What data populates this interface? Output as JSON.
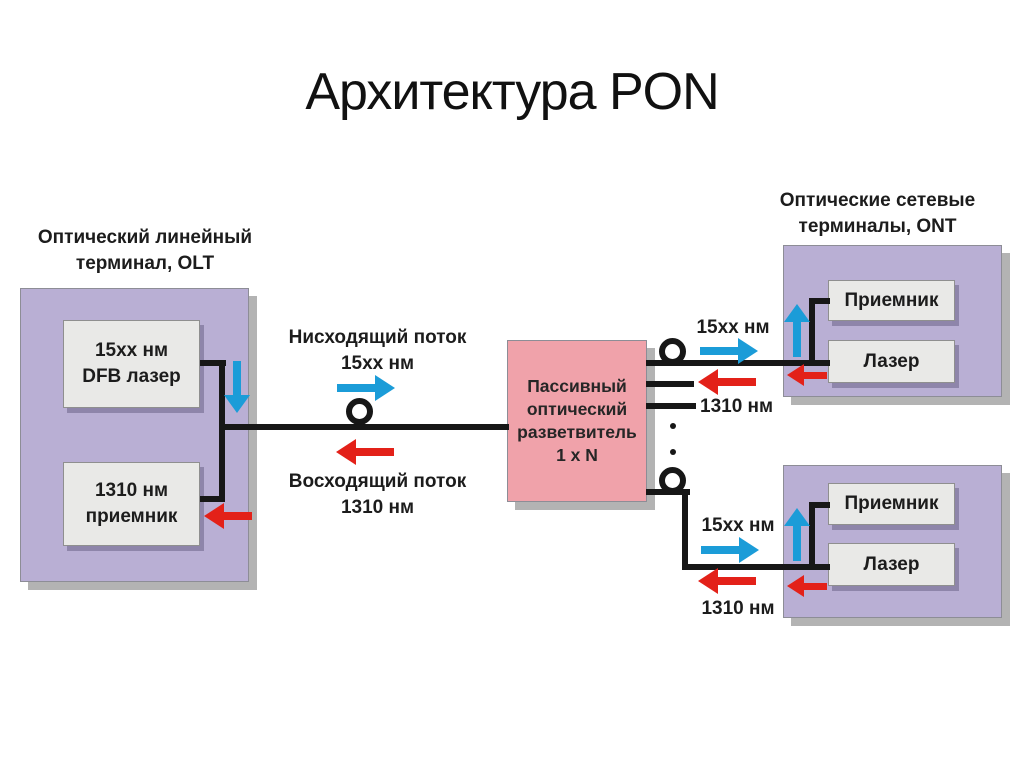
{
  "title": "Архитектура PON",
  "colors": {
    "downstream_blue": "#1b9cd8",
    "upstream_red": "#e32119",
    "terminal_fill": "#b9afd4",
    "splitter_fill": "#f0a2aa",
    "module_fill": "#e9e9e7",
    "fiber_black": "#171717"
  },
  "olt": {
    "label_line1": "Оптический линейный",
    "label_line2": "терминал, OLT",
    "laser_line1": "15xx нм",
    "laser_line2": "DFB лазер",
    "receiver_line1": "1310 нм",
    "receiver_line2": "приемник"
  },
  "feeder": {
    "downstream_line1": "Нисходящий поток",
    "downstream_line2": "15xx нм",
    "upstream_line1": "Восходящий поток",
    "upstream_line2": "1310 нм"
  },
  "splitter": {
    "line1": "Пассивный",
    "line2": "оптический",
    "line3": "разветвитель",
    "line4": "1 x N"
  },
  "ont": {
    "label_line1": "Оптические сетевые",
    "label_line2": "терминалы, ONT",
    "top": {
      "receiver": "Приемник",
      "laser": "Лазер",
      "downstream": "15xx нм",
      "upstream": "1310 нм"
    },
    "bottom": {
      "receiver": "Приемник",
      "laser": "Лазер",
      "downstream": "15xx нм",
      "upstream": "1310 нм"
    }
  }
}
